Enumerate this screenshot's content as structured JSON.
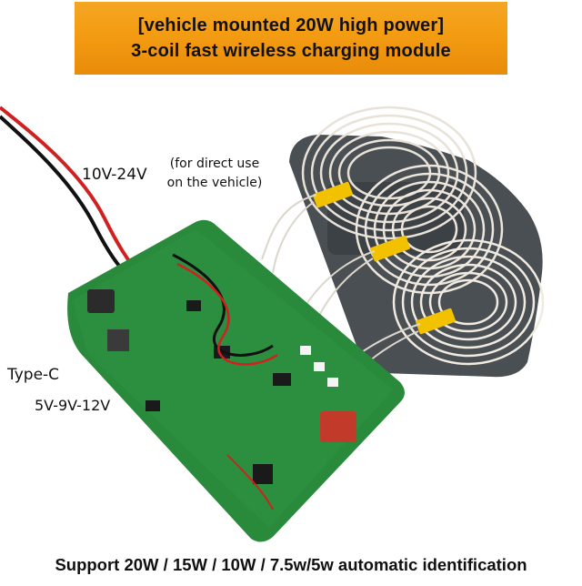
{
  "banner": {
    "line1": "[vehicle mounted 20W high power]",
    "line2": "3-coil fast wireless charging module",
    "color": "#f39c12"
  },
  "labels": {
    "input_voltage": "10V-24V",
    "vehicle_note_line1": "(for direct use",
    "vehicle_note_line2": "on the vehicle)",
    "port_name": "Type-C",
    "port_voltage": "5V-9V-12V"
  },
  "footer": {
    "text": "Support 20W / 15W / 10W / 7.5w/5w automatic identification"
  },
  "colors": {
    "pcb": "#2a8a3c",
    "coil_copper": "#e8e2d8",
    "ferrite_plate": "#4a4f53",
    "tape": "#f2c200",
    "wire_red": "#d02020",
    "wire_black": "#111111"
  }
}
